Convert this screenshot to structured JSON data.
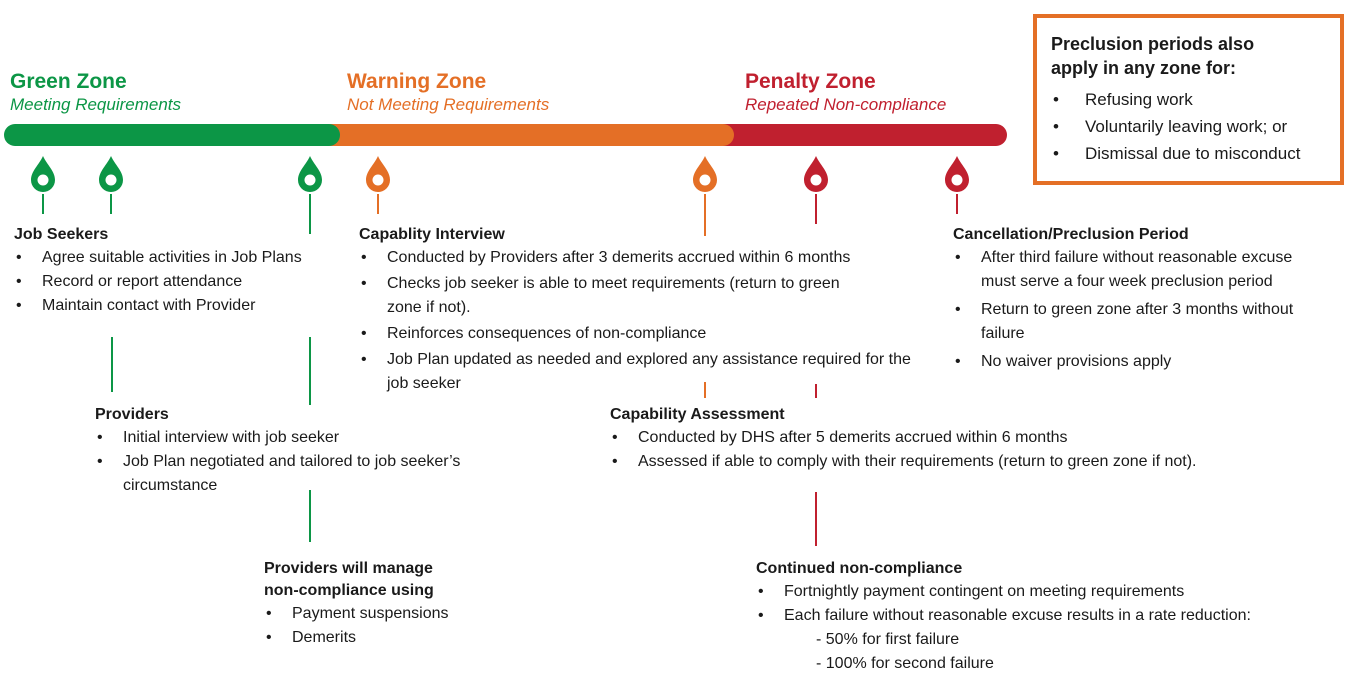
{
  "colors": {
    "green": "#0c9646",
    "orange": "#e46f26",
    "red": "#c0202f"
  },
  "zones": {
    "green": {
      "title": "Green Zone",
      "subtitle": "Meeting Requirements"
    },
    "warning": {
      "title": "Warning Zone",
      "subtitle": "Not Meeting Requirements"
    },
    "penalty": {
      "title": "Penalty Zone",
      "subtitle": "Repeated Non-compliance"
    }
  },
  "box": {
    "title_line1": "Preclusion periods also",
    "title_line2": "apply in any zone for:",
    "items": [
      "Refusing work",
      "Voluntarily leaving work; or",
      "Dismissal due to misconduct"
    ]
  },
  "job_seekers": {
    "title": "Job Seekers",
    "items": [
      "Agree suitable activities in Job Plans",
      "Record or report attendance",
      "Maintain contact with Provider"
    ]
  },
  "providers": {
    "title": "Providers",
    "items": [
      "Initial interview with job seeker",
      "Job Plan negotiated and tailored to job seeker’s circumstance"
    ]
  },
  "providers_manage": {
    "title_line1": "Providers will manage",
    "title_line2": "non-compliance using",
    "items": [
      "Payment suspensions",
      "Demerits"
    ]
  },
  "capability_interview": {
    "title": "Capablity Interview",
    "items": [
      "Conducted by Providers after 3 demerits accrued within 6 months",
      "Checks job seeker is able to meet requirements (return to green zone if not).",
      "Reinforces consequences of non-compliance",
      "Job Plan updated as needed and explored any assistance required for the job seeker"
    ]
  },
  "capability_assessment": {
    "title": "Capability Assessment",
    "items": [
      "Conducted by DHS after 5 demerits accrued within 6 months",
      "Assessed if able to comply with their requirements (return to green zone if not)."
    ]
  },
  "cancellation": {
    "title": "Cancellation/Preclusion Period",
    "items": [
      "After third failure without reasonable excuse must serve a four week preclusion period",
      "Return to green zone after 3 months without failure",
      "No waiver provisions apply"
    ]
  },
  "continued": {
    "title": "Continued non-compliance",
    "items": [
      "Fortnightly payment contingent on meeting requirements",
      "Each failure without reasonable excuse results in a rate reduction:"
    ],
    "sub_items": [
      "- 50%  for first failure",
      "- 100%  for second failure"
    ]
  }
}
